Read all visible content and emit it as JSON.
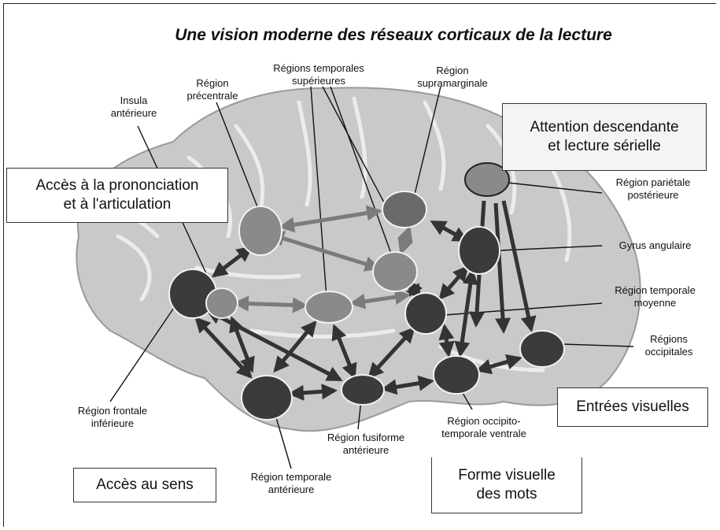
{
  "title": "Une vision moderne des réseaux corticaux de la lecture",
  "boxes": {
    "pronunciation": "Accès à la prononciation\net à l'articulation",
    "attention": "Attention descendante\net lecture sérielle",
    "visual_input": "Entrées visuelles",
    "meaning": "Accès au sens",
    "visual_form": "Forme visuelle\ndes mots"
  },
  "labels": {
    "insula": "Insula\nantérieure",
    "precentral": "Région\nprécentrale",
    "sup_temporal": "Régions  temporales\nsupérieures",
    "supramarginal": "Région\nsupramarginale",
    "parietal_post": "Région pariétale\npostérieure",
    "angular": "Gyrus angulaire",
    "mid_temporal": "Région temporale\nmoyenne",
    "occipital": "Régions\noccipitales",
    "frontal_inf": "Région frontale\ninférieure",
    "fusiform_ant": "Région fusiforme\nantérieure",
    "occipito_temporal": "Région occipito-\ntemporale ventrale",
    "temporal_ant": "Région temporale\nantérieure"
  },
  "colors": {
    "brain": "#c9c9c9",
    "gyri": "#e9e9e9",
    "node_light": "#8a8a8a",
    "node_dark": "#3b3b3b",
    "arrow": "#333333",
    "arrow_light": "#7b7b7b"
  }
}
